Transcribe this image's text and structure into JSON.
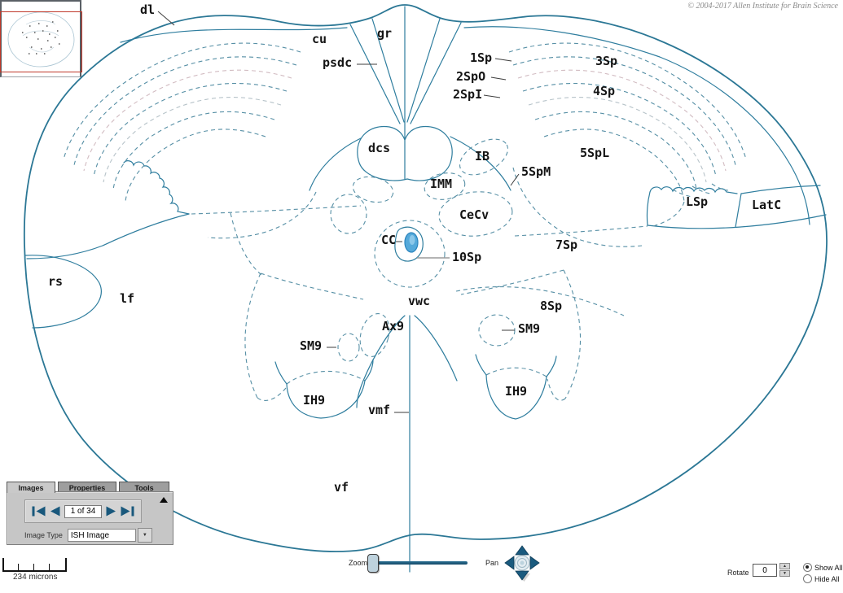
{
  "copyright": "© 2004-2017 Allen Institute for Brain Science",
  "atlas": {
    "labels": [
      {
        "id": "dl",
        "text": "dl"
      },
      {
        "id": "cu",
        "text": "cu"
      },
      {
        "id": "gr",
        "text": "gr"
      },
      {
        "id": "psdc",
        "text": "psdc"
      },
      {
        "id": "1Sp",
        "text": "1Sp"
      },
      {
        "id": "2SpO",
        "text": "2SpO"
      },
      {
        "id": "2SpI",
        "text": "2SpI"
      },
      {
        "id": "3Sp",
        "text": "3Sp"
      },
      {
        "id": "4Sp",
        "text": "4Sp"
      },
      {
        "id": "dcs",
        "text": "dcs"
      },
      {
        "id": "IB",
        "text": "IB"
      },
      {
        "id": "5SpL",
        "text": "5SpL"
      },
      {
        "id": "5SpM",
        "text": "5SpM"
      },
      {
        "id": "IMM",
        "text": "IMM"
      },
      {
        "id": "CeCv",
        "text": "CeCv"
      },
      {
        "id": "LSp",
        "text": "LSp"
      },
      {
        "id": "LatC",
        "text": "LatC"
      },
      {
        "id": "CC",
        "text": "CC"
      },
      {
        "id": "7Sp",
        "text": "7Sp"
      },
      {
        "id": "10Sp",
        "text": "10Sp"
      },
      {
        "id": "rs",
        "text": "rs"
      },
      {
        "id": "lf",
        "text": "lf"
      },
      {
        "id": "vwc",
        "text": "vwc"
      },
      {
        "id": "8Sp",
        "text": "8Sp"
      },
      {
        "id": "Ax9",
        "text": "Ax9"
      },
      {
        "id": "SM9-right",
        "text": "SM9"
      },
      {
        "id": "SM9-left",
        "text": "SM9"
      },
      {
        "id": "IH9-left",
        "text": "IH9"
      },
      {
        "id": "IH9-right",
        "text": "IH9"
      },
      {
        "id": "vmf",
        "text": "vmf"
      },
      {
        "id": "vf",
        "text": "vf"
      }
    ],
    "colors": {
      "outline": "#2e7d9e",
      "dashed": "#568fa5",
      "central_canal_fill": "#55a9da",
      "pink_dash": "#d2bcc2"
    }
  },
  "panel": {
    "tabs": [
      {
        "label": "Images",
        "active": true
      },
      {
        "label": "Properties",
        "active": false
      },
      {
        "label": "Tools",
        "active": false
      }
    ],
    "navigation": {
      "position_label": "1 of 34"
    },
    "image_type": {
      "label": "Image Type",
      "value": "ISH Image"
    }
  },
  "scale_bar": {
    "label": "234 microns"
  },
  "controls": {
    "zoom_label": "Zoom",
    "pan_label": "Pan",
    "rotate": {
      "label": "Rotate",
      "value": "0"
    },
    "radios": [
      {
        "label": "Show All",
        "selected": true
      },
      {
        "label": "Hide All",
        "selected": false
      }
    ]
  },
  "icons": {
    "spinner_up": "▲",
    "spinner_down": "▼",
    "dropdown": "▼"
  }
}
